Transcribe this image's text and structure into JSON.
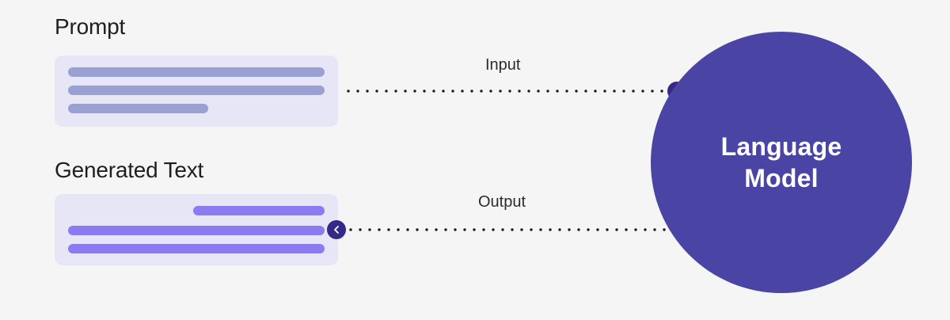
{
  "diagram": {
    "background_color": "#f5f5f5",
    "sections": {
      "prompt": {
        "heading": "Prompt",
        "card": {
          "background_color": "#e7e6f7",
          "bar_color": "#9ba0d2",
          "lines": [
            {
              "name": "prompt-line-1",
              "width_pct": 100,
              "align": "left"
            },
            {
              "name": "prompt-line-2",
              "width_pct": 100,
              "align": "left"
            },
            {
              "name": "prompt-line-3",
              "width_pct": 55,
              "align": "left"
            }
          ]
        }
      },
      "generated": {
        "heading": "Generated Text",
        "card": {
          "background_color": "#e7e6f7",
          "bar_color": "#8a7bf0",
          "lines": [
            {
              "name": "generated-line-1",
              "width_pct": 51,
              "align": "right"
            },
            {
              "name": "generated-line-2",
              "width_pct": 100,
              "align": "left"
            },
            {
              "name": "generated-line-3",
              "width_pct": 100,
              "align": "left"
            }
          ]
        }
      }
    },
    "flows": [
      {
        "name": "input-flow",
        "label": "Input",
        "direction": "right",
        "marker_icon": "chevron-right-icon",
        "marker_color": "#322a86",
        "line_style": "dotted",
        "dot_color": "#1a1a1a"
      },
      {
        "name": "output-flow",
        "label": "Output",
        "direction": "left",
        "marker_icon": "chevron-left-icon",
        "marker_color": "#322a86",
        "line_style": "dotted",
        "dot_color": "#1a1a1a"
      }
    ],
    "model": {
      "label": "Language\nModel",
      "shape": "circle",
      "fill_color": "#4a45a5",
      "text_color": "#ffffff"
    }
  }
}
